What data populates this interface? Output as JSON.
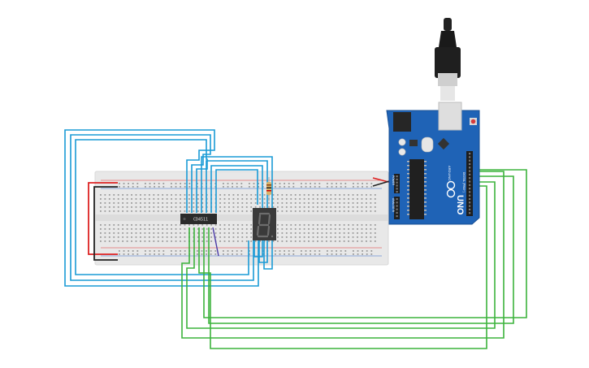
{
  "scene": {
    "chip": {
      "label": "CD4511"
    },
    "display": {
      "digit": "8"
    },
    "arduino": {
      "model_text": "UNO",
      "brand_text": "ARDUINO",
      "header_label": "DIGITAL (PWM~)",
      "power_label": "POWER",
      "analog_label": "ANALOG IN"
    }
  },
  "colors": {
    "blue_wire": "#1a9bd6",
    "green_wire": "#3cb33c",
    "red_wire": "#d22",
    "black_wire": "#222",
    "breadboard": "#e8e8e8",
    "arduino_board": "#1f63b6"
  }
}
